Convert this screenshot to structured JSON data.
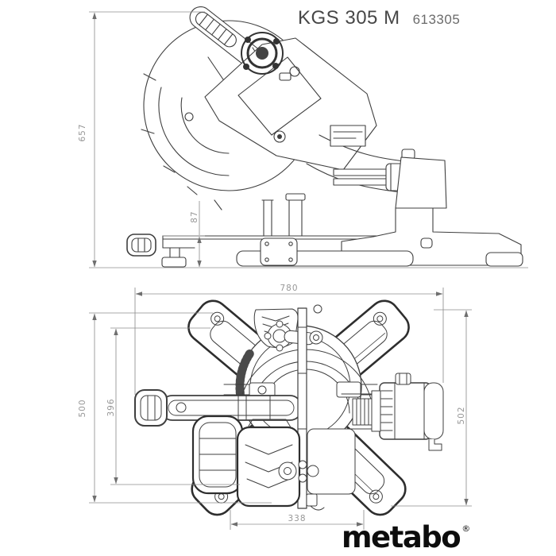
{
  "header": {
    "model": "KGS 305 M",
    "article_number": "613305"
  },
  "brand": {
    "wordmark": "metabo",
    "registered_symbol": "®"
  },
  "dimensions": {
    "height_overall": "657",
    "table_height": "87",
    "width_overall": "780",
    "depth_overall": "500",
    "depth_table": "396",
    "depth_head": "502",
    "base_width": "338"
  },
  "colors": {
    "background": "#ffffff",
    "drawing_line": "#3f3f3f",
    "dimension_line": "#8f8f8f",
    "dimension_text": "#979797",
    "title_text": "#474747",
    "article_number_text": "#6b6b6b",
    "logo_text": "#0d0d0d"
  }
}
